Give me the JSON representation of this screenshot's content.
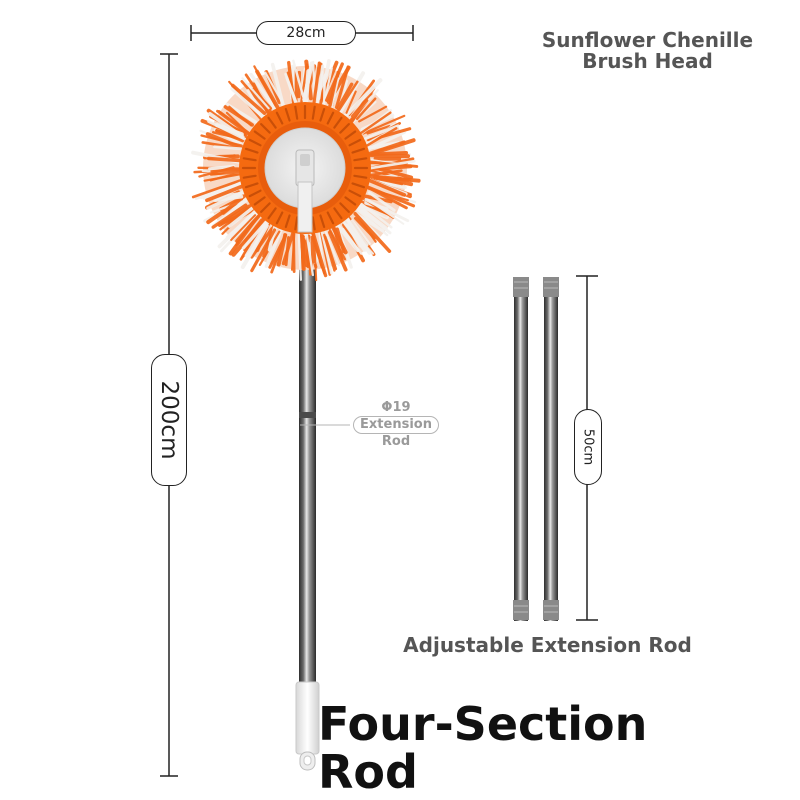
{
  "labels": {
    "width_dim": "28cm",
    "height_dim": "200cm",
    "section_dim": "50cm",
    "rod_diameter": "Φ19",
    "rod_ext": "Extension",
    "rod_word": "Rod",
    "brush_title_line1": "Sunflower Chenille",
    "brush_title_line2": "Brush Head",
    "adjustable_title": "Adjustable Extension Rod",
    "four_section_title": "Four-Section Rod"
  },
  "colors": {
    "fringe_orange": "#f26a1b",
    "fringe_white": "#f4f1ee",
    "ring_orange": "#f56a10",
    "steel_dark": "#3c3c3c",
    "steel_light": "#d9d9d9",
    "dimension_line": "#222222",
    "grip_white": "#f2f2f2"
  },
  "icons": {
    "brush_head": "sunflower-chenille-brush-icon",
    "rod": "steel-extension-rod-icon"
  }
}
